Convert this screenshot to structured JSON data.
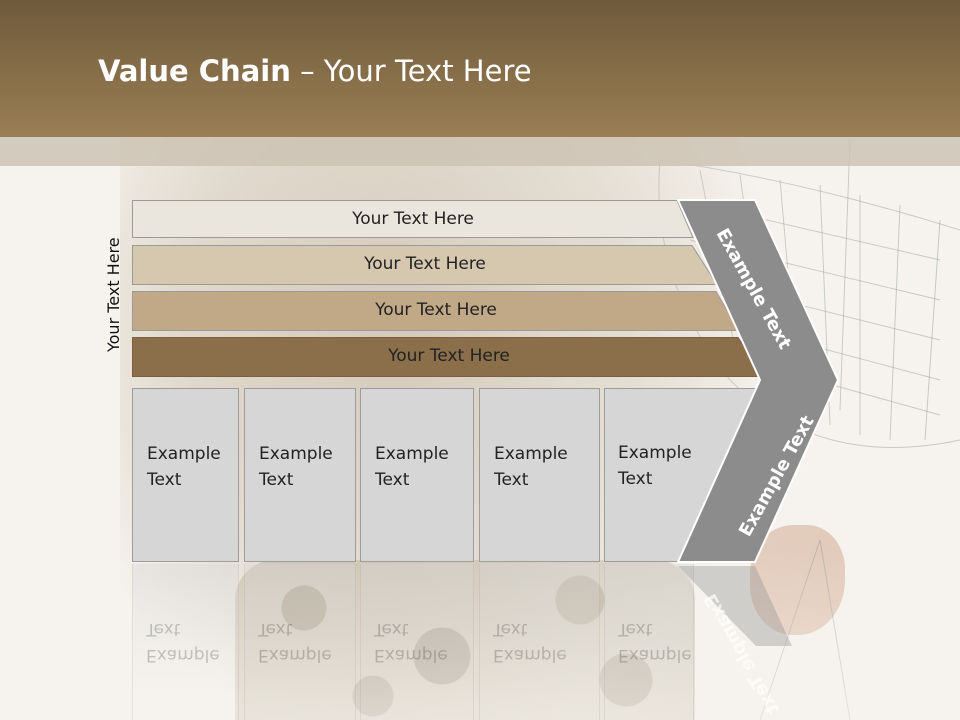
{
  "slide": {
    "title_bold": "Value Chain",
    "title_rest": " – Your Text Here",
    "side_label": "Your Text Here"
  },
  "bars": [
    {
      "label": "Your Text Here",
      "color": "#ebe6dd"
    },
    {
      "label": "Your Text Here",
      "color": "#d6c7af"
    },
    {
      "label": "Your Text Here",
      "color": "#c1a886"
    },
    {
      "label": "Your Text Here",
      "color": "#8a6f4a"
    }
  ],
  "boxes": [
    {
      "label": "Example\nText"
    },
    {
      "label": "Example\nText"
    },
    {
      "label": "Example\nText"
    },
    {
      "label": "Example\nText"
    },
    {
      "label": "Example\nText"
    }
  ],
  "chevron": {
    "upper_label": "Example Text",
    "lower_label": "Example Text",
    "color": "#8c8c8c"
  },
  "colors": {
    "header_top": "#6f5a3b",
    "header_bottom": "#9a7f55",
    "box_fill": "#d6d6d6"
  }
}
